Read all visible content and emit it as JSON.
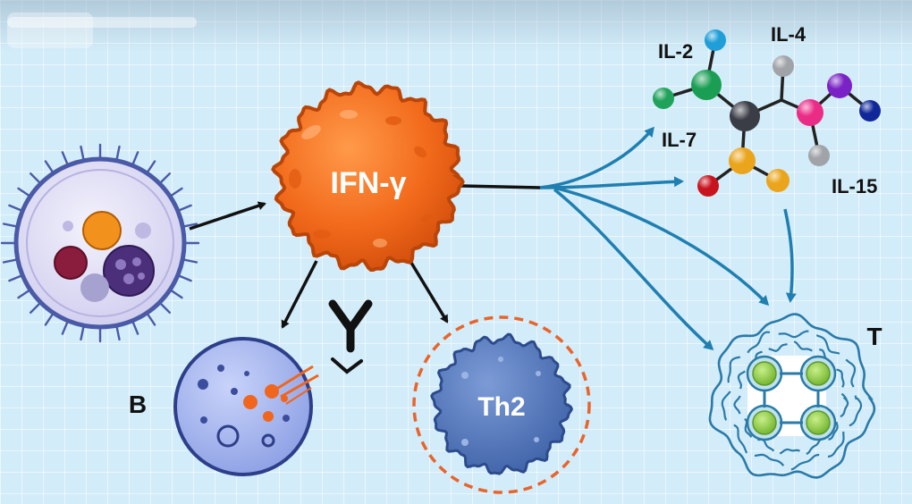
{
  "labels": {
    "ifn": "IFN-γ",
    "b": "B",
    "th2": "Th2",
    "t": "T",
    "il2": "IL-2",
    "il4": "IL-4",
    "il7": "IL-7",
    "il15": "IL-15"
  },
  "colors": {
    "background": "#d3ecf9",
    "ifn_cell": "#f26a1b",
    "arrow_black": "#111111",
    "arrow_blue": "#1f7fb0",
    "b_cell": "#aab9f0",
    "th2_cell": "#5a7fc0",
    "th2_ring": "#e8642a",
    "t_cell_nuclei": "#8ccc3c"
  },
  "icons": [
    "antigen-presenting-cell-icon",
    "antibody-icon",
    "cytokine-molecule-icon"
  ]
}
